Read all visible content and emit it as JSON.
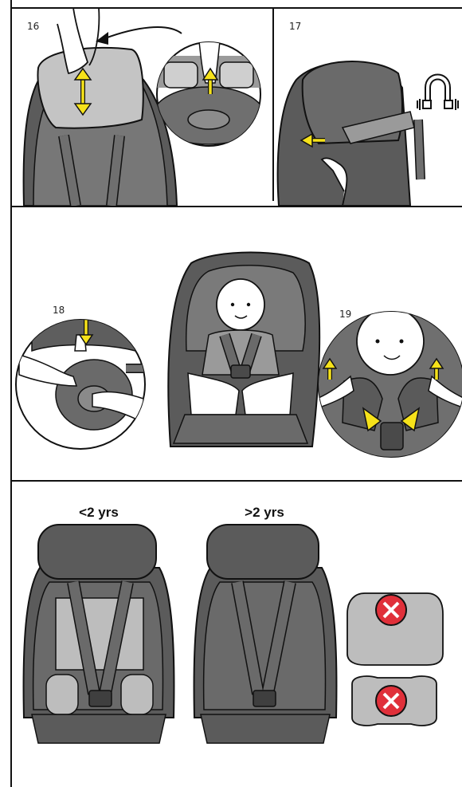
{
  "steps": {
    "s16": "16",
    "s17": "17",
    "s18": "18",
    "s19": "19"
  },
  "age_labels": {
    "under_two": "<2 yrs",
    "over_two": ">2 yrs"
  },
  "colors": {
    "seat_dark": "#5b5b5b",
    "seat_mid": "#7a7a7a",
    "seat_light": "#bdbdbd",
    "line": "#111111",
    "arrow": "#f6e21a",
    "cross_red": "#e0303a"
  },
  "icons": [
    "arrow-up-down-icon",
    "curved-arrow-icon",
    "magnet-icon",
    "cross-icon"
  ]
}
